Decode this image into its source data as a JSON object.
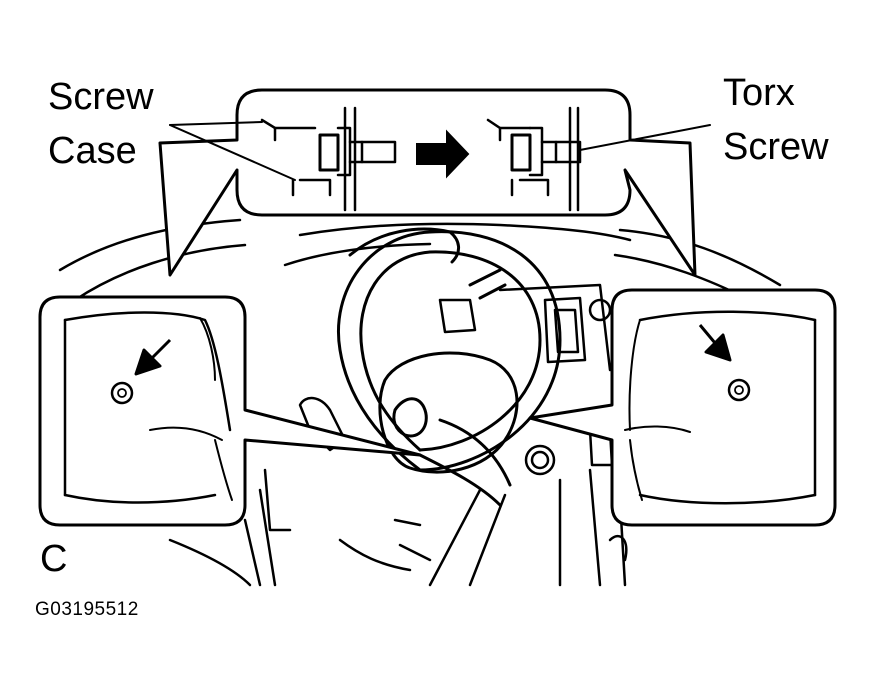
{
  "labels": {
    "screw_case_line1": "Screw",
    "screw_case_line2": "Case",
    "torx_screw_line1": "Torx",
    "torx_screw_line2": "Screw",
    "view_letter": "C",
    "figure_code": "G03195512"
  },
  "colors": {
    "ink": "#000000",
    "paper": "#ffffff"
  },
  "icons": {
    "direction_arrow": "arrow-right-icon",
    "removal_arrow": "arrow-down-icon",
    "fastener": "torx-screw-icon"
  }
}
